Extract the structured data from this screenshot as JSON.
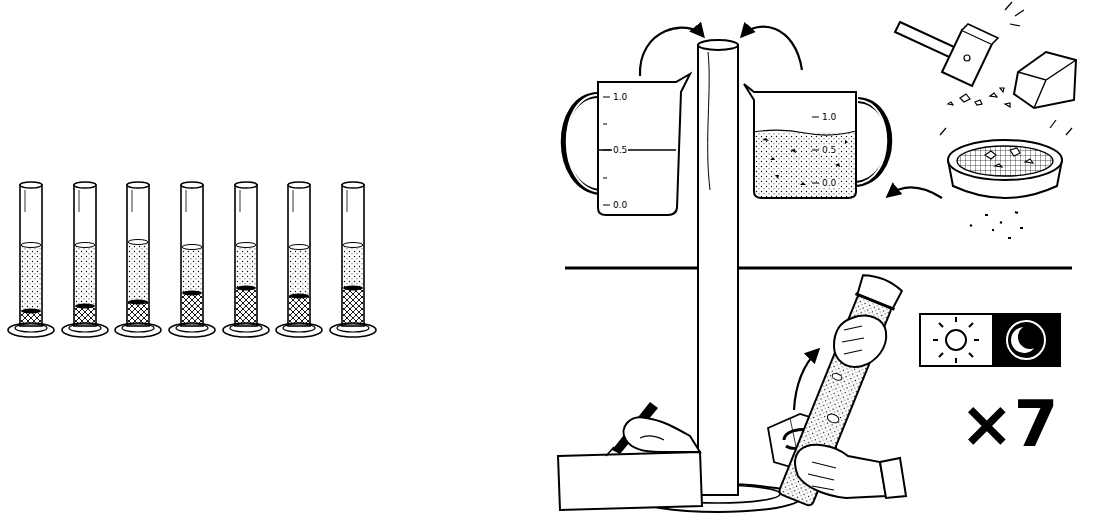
{
  "diagram": {
    "labels": [
      "1.0",
      "0.5",
      "0.0",
      "1.0",
      "0.5",
      "0.0",
      "×7"
    ]
  }
}
